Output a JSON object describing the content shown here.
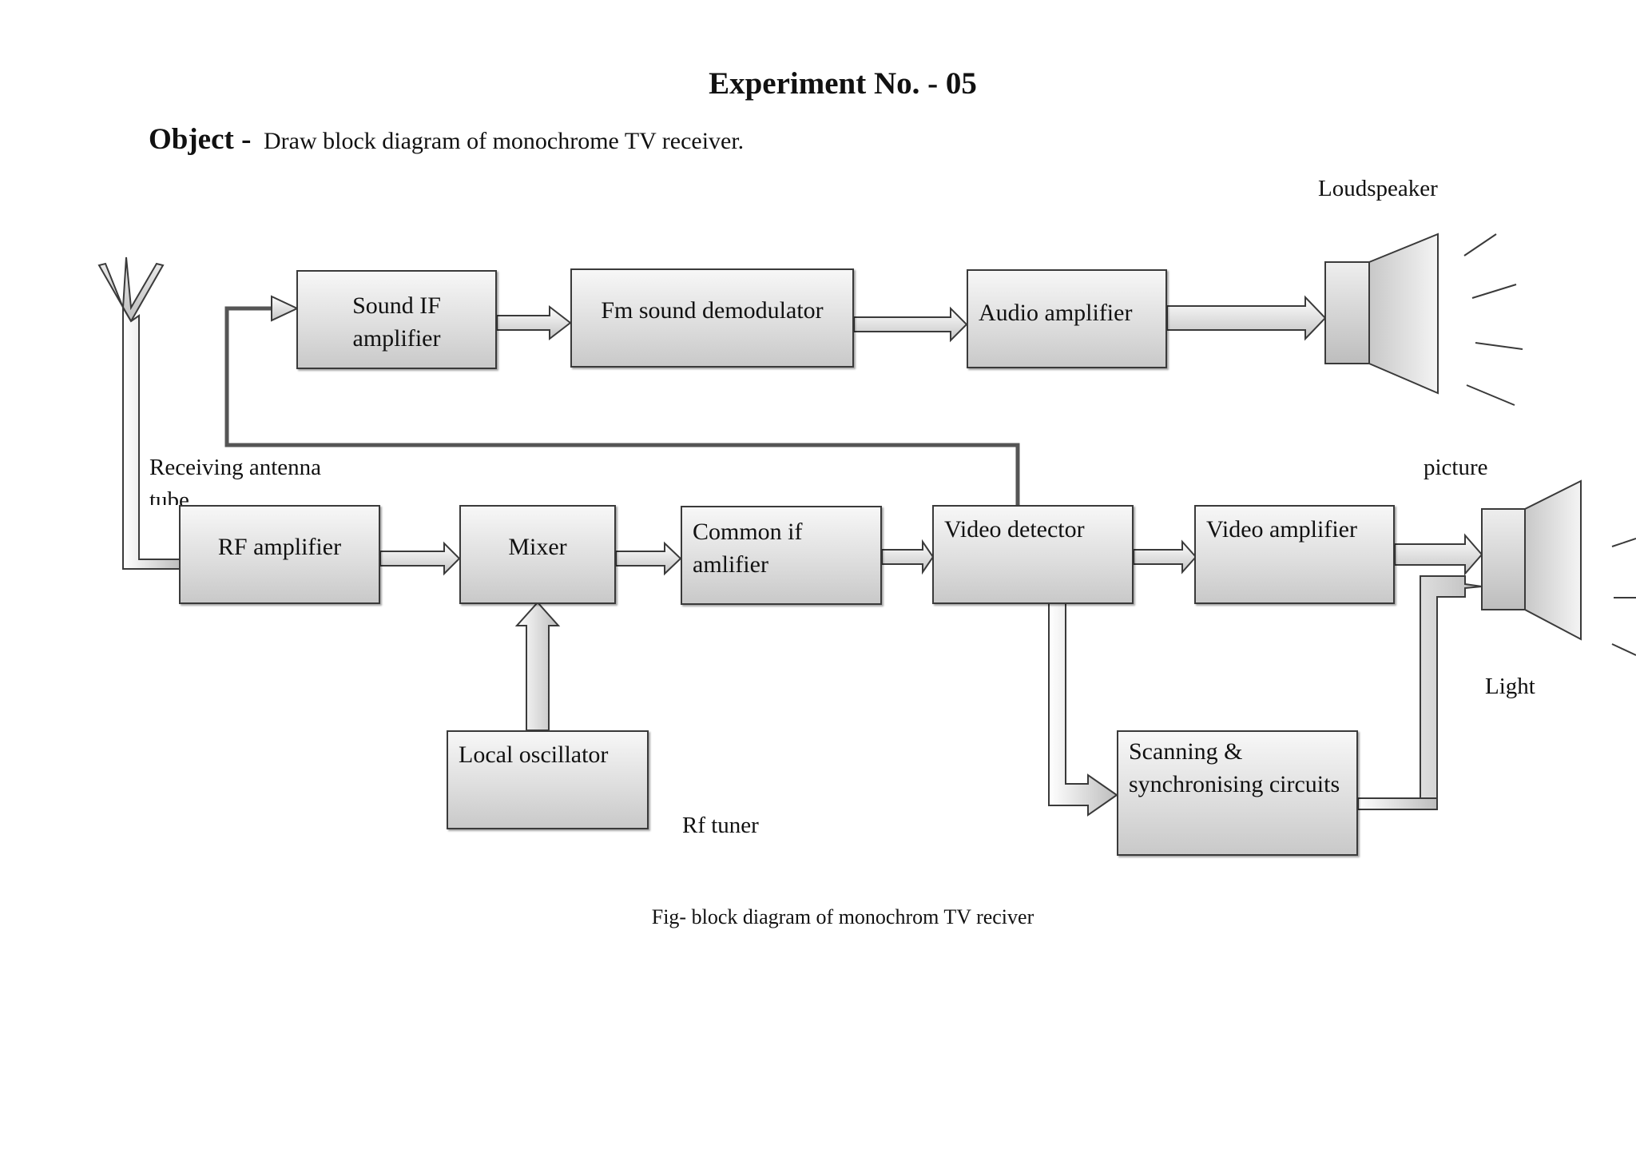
{
  "page": {
    "title": "Experiment No. - 05",
    "object_label": "Object -",
    "object_text": "Draw block diagram of monochrome TV receiver.",
    "caption": "Fig- block diagram of monochrom TV reciver"
  },
  "blocks": {
    "sound_if": "Sound IF amplifier",
    "fm_demod": "Fm sound demodulator",
    "audio_amp": "Audio amplifier",
    "rf_amp": "RF amplifier",
    "mixer": "Mixer",
    "common_if": "Common if amlifier",
    "video_det": "Video detector",
    "video_amp": "Video amplifier",
    "local_osc": "Local oscillator",
    "scanning": "Scanning & synchronising circuits"
  },
  "labels": {
    "loudspeaker": "Loudspeaker",
    "antenna": "Receiving antenna",
    "tube": "tube",
    "picture": "picture",
    "light": "Light",
    "rf_tuner": "Rf tuner"
  },
  "colors": {
    "block_fill_top": "#f7f7f7",
    "block_fill_bottom": "#c9c9c9",
    "outline": "#3a3a3a",
    "feed_line": "#555555"
  }
}
